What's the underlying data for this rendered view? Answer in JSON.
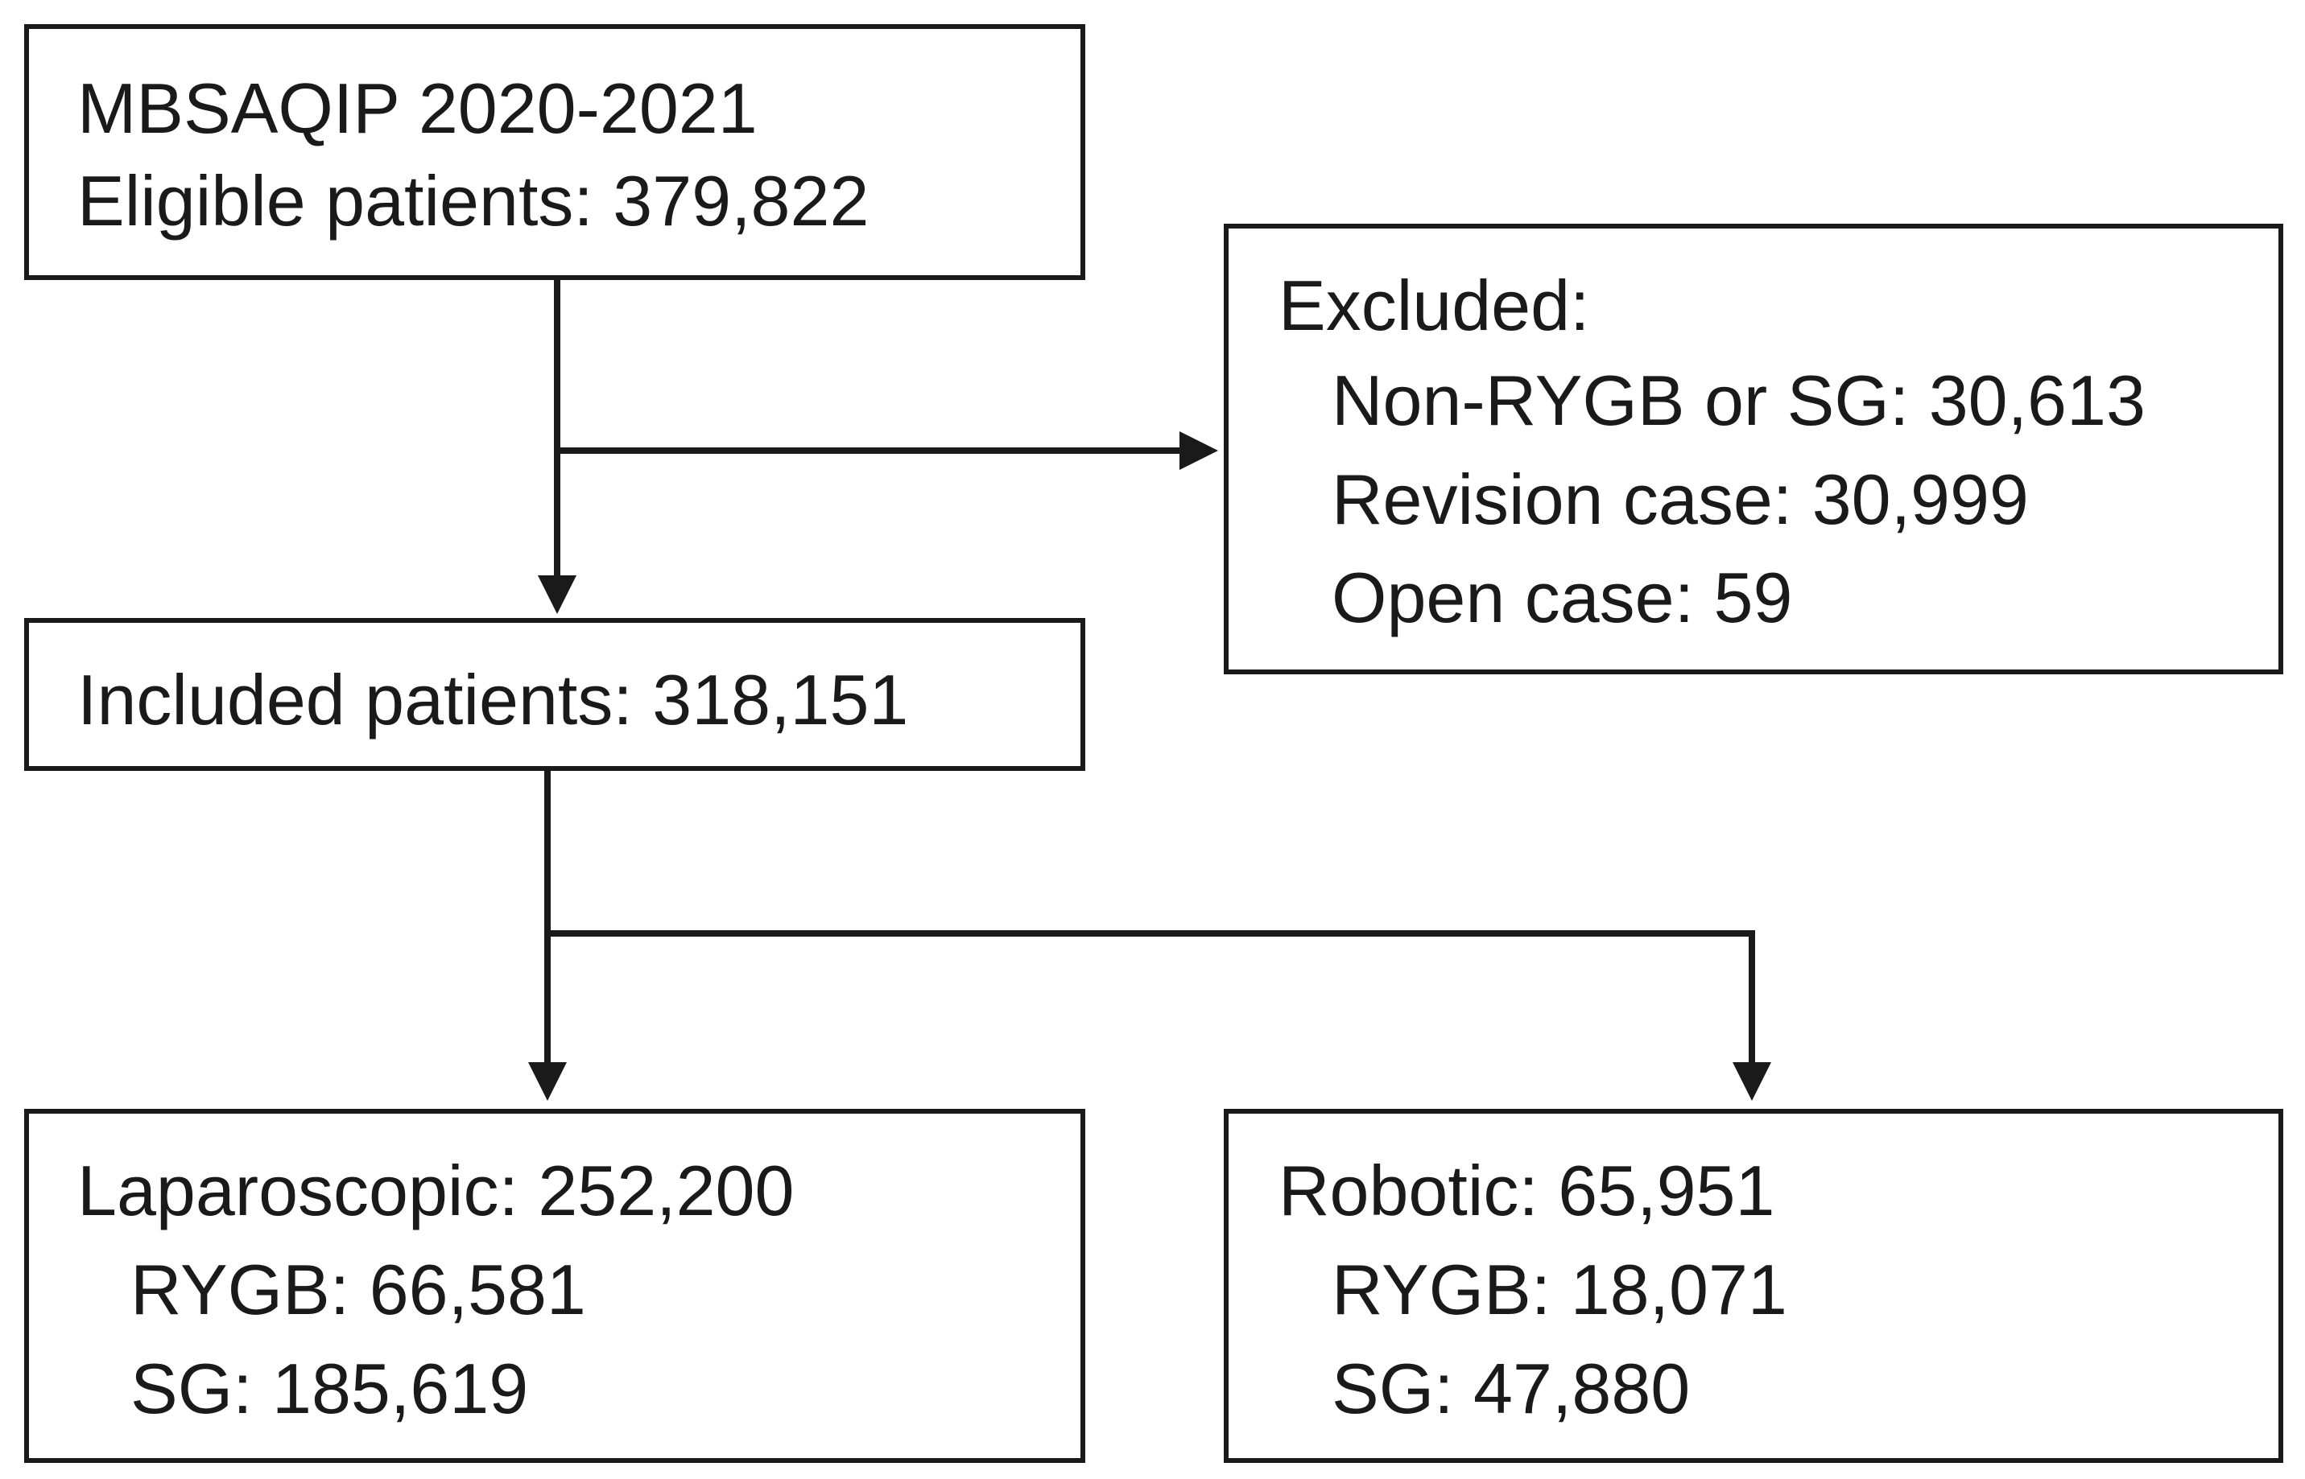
{
  "source_box": {
    "line1": "MBSAQIP 2020-2021",
    "line2": "Eligible patients: 379,822"
  },
  "excluded_box": {
    "title": "Excluded:",
    "items": [
      "Non-RYGB or SG: 30,613",
      "Revision case: 30,999",
      "Open case: 59"
    ]
  },
  "included_box": {
    "line1": "Included patients: 318,151"
  },
  "laparoscopic_box": {
    "title": "Laparoscopic: 252,200",
    "items": [
      "RYGB: 66,581",
      "SG: 185,619"
    ]
  },
  "robotic_box": {
    "title": "Robotic: 65,951",
    "items": [
      "RYGB: 18,071",
      "SG: 47,880"
    ]
  }
}
